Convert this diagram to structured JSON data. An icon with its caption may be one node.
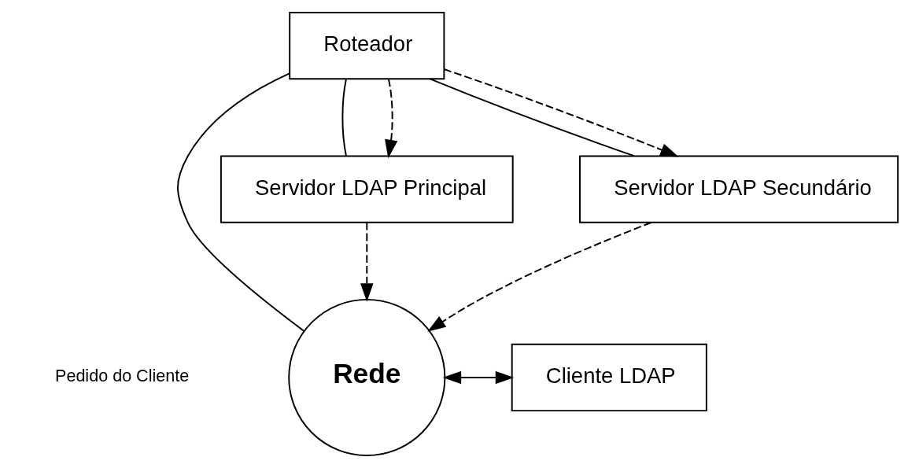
{
  "diagram": {
    "nodes": [
      {
        "text": [
          "Rede"
        ]
      },
      {
        "text": [
          "Cliente LDAP"
        ]
      },
      {
        "text": [
          "Roteador"
        ]
      },
      {
        "text": [
          "Servidor LDAP Principal"
        ]
      },
      {
        "text": [
          "Servidor LDAP Secundário"
        ]
      }
    ],
    "edges": [
      {
        "from": 0,
        "to": 1,
        "arrow": "both"
      },
      {
        "from": 2,
        "to": 0,
        "arrow": "none"
      },
      {
        "from": 2,
        "to": 3,
        "arrow": "none"
      },
      {
        "from": 2,
        "to": 4,
        "arrow": "none"
      },
      {
        "from": 2,
        "to": 3,
        "arrow": "to",
        "style": "dashed"
      },
      {
        "from": 2,
        "to": 4,
        "arrow": "to",
        "style": "dashed"
      },
      {
        "from": 3,
        "to": 0,
        "arrow": "to",
        "style": "dashed"
      },
      {
        "from": 4,
        "to": 0,
        "arrow": "to",
        "style": "dashed"
      }
    ],
    "labels": [
      "Pedido do Cliente"
    ]
  }
}
